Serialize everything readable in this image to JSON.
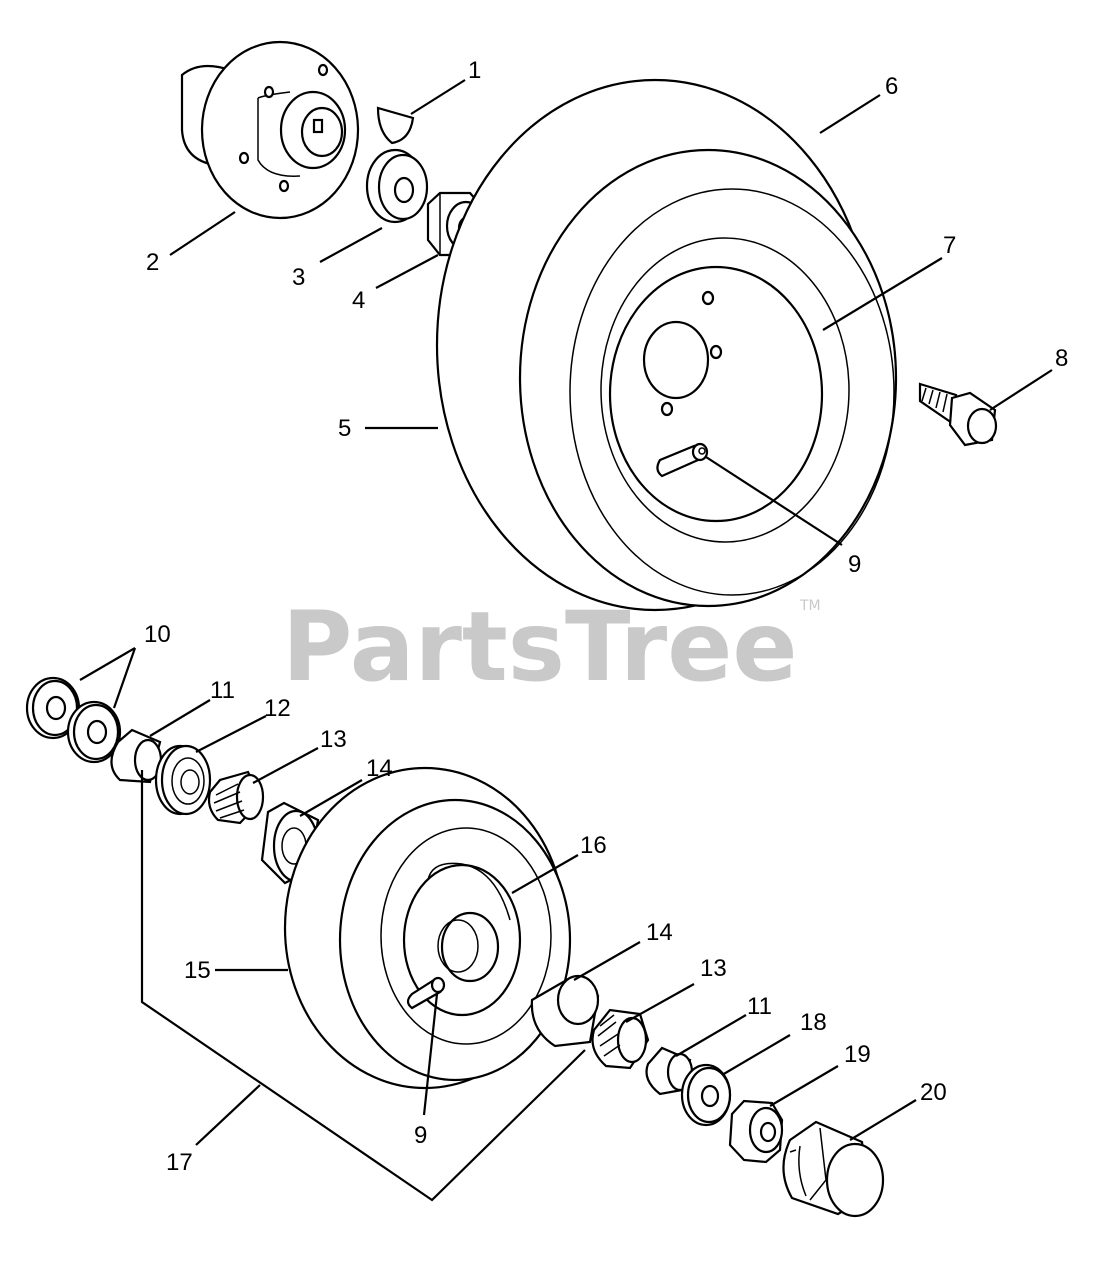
{
  "watermark": {
    "text": "PartsTree",
    "trademark": "TM"
  },
  "callouts": {
    "c1": "1",
    "c2": "2",
    "c3": "3",
    "c4": "4",
    "c5": "5",
    "c6": "6",
    "c7": "7",
    "c8": "8",
    "c9a": "9",
    "c9b": "9",
    "c10": "10",
    "c11a": "11",
    "c11b": "11",
    "c12": "12",
    "c13a": "13",
    "c13b": "13",
    "c14a": "14",
    "c14b": "14",
    "c15": "15",
    "c16": "16",
    "c17": "17",
    "c18": "18",
    "c19": "19",
    "c20": "20"
  }
}
